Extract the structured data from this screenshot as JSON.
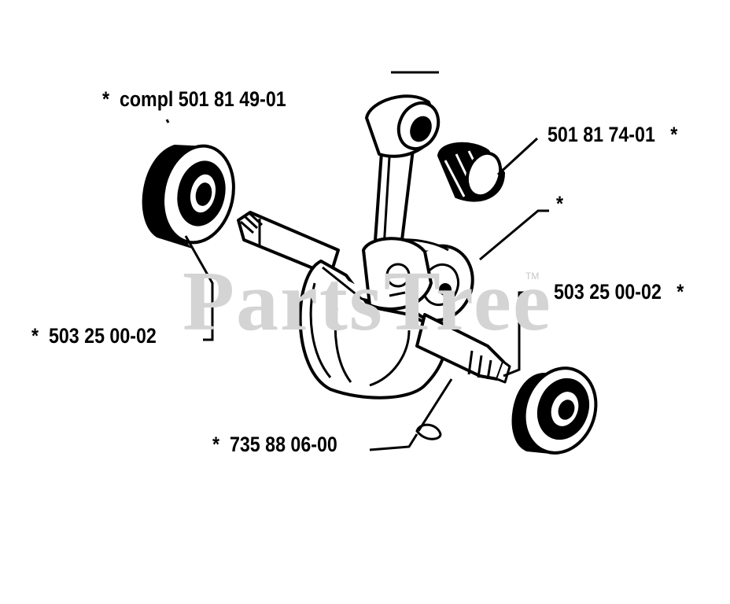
{
  "watermark": {
    "text": "PartsTree",
    "trademark": "TM"
  },
  "parts": {
    "crankshaft_complete": {
      "marker": "*",
      "label": "compl 501 81 49-01"
    },
    "needle_bearing": {
      "label": "501 81 74-01",
      "marker": "*"
    },
    "crankshaft_marker": {
      "marker": "*"
    },
    "bearing_right": {
      "label": "503 25 00-02",
      "marker": "*"
    },
    "bearing_left": {
      "marker": "*",
      "label": "503 25 00-02"
    },
    "woodruff_key": {
      "marker": "*",
      "label": "735 88 06-00"
    }
  }
}
